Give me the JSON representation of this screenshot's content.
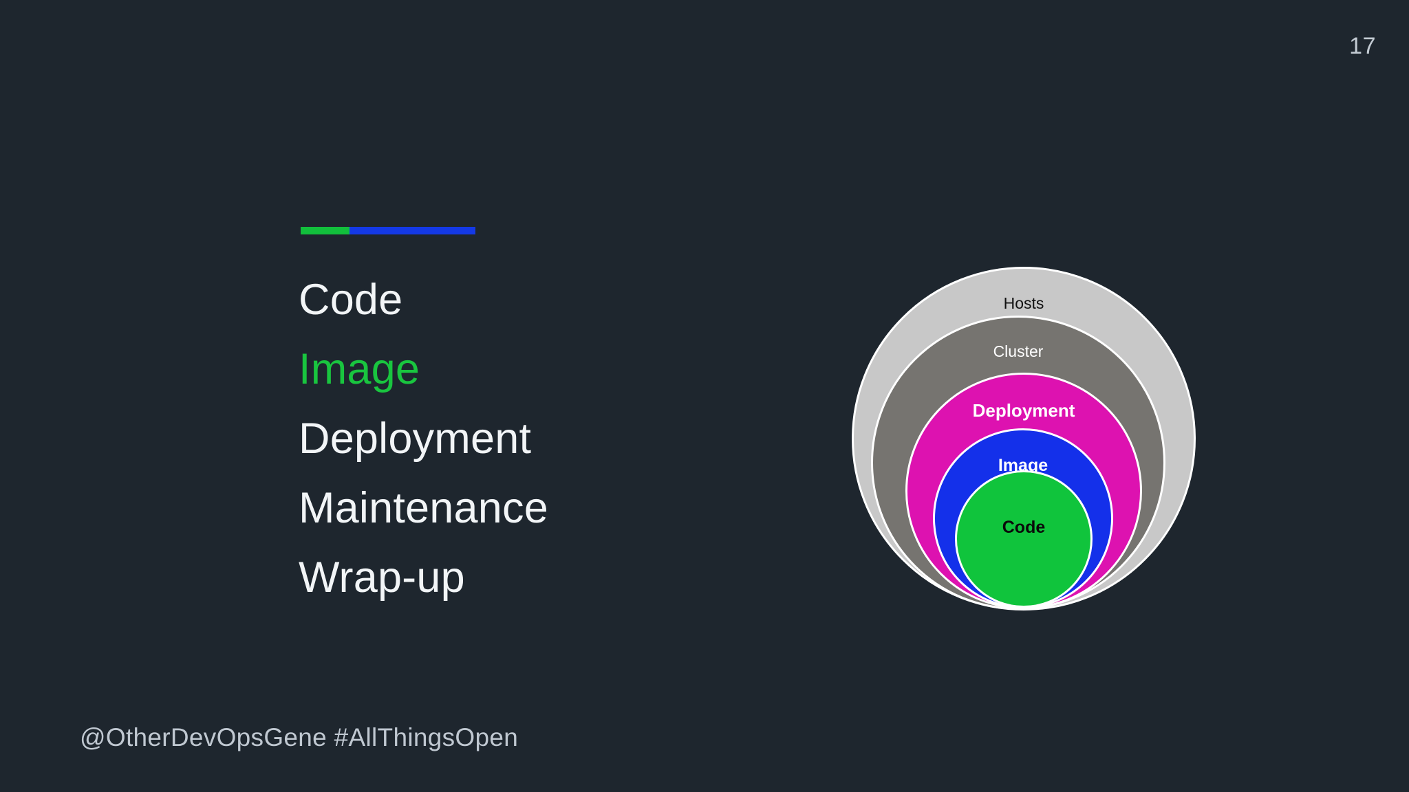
{
  "slide": {
    "page_number": "17",
    "background_color": "#1e262e",
    "footer_text": "@OtherDevOpsGene #AllThingsOpen"
  },
  "accent_rule": {
    "segments": [
      {
        "name": "green-segment",
        "color": "#12bf3c",
        "width_pct": 28
      },
      {
        "name": "blue-segment",
        "color": "#1439e6",
        "width_pct": 72
      }
    ]
  },
  "agenda": {
    "items": [
      {
        "label": "Code",
        "current": false,
        "color": "#f2f5f7"
      },
      {
        "label": "Image",
        "current": true,
        "color": "#19c53f"
      },
      {
        "label": "Deployment",
        "current": false,
        "color": "#f2f5f7"
      },
      {
        "label": "Maintenance",
        "current": false,
        "color": "#f2f5f7"
      },
      {
        "label": "Wrap-up",
        "current": false,
        "color": "#f2f5f7"
      }
    ]
  },
  "diagram": {
    "name": "nested-layers-diagram",
    "rings": [
      {
        "label": "Hosts",
        "fill": "#c8c8c8",
        "text_color": "#111111",
        "bold": false,
        "diameter": 500
      },
      {
        "label": "Cluster",
        "fill": "#767470",
        "text_color": "#ffffff",
        "bold": false,
        "diameter": 428
      },
      {
        "label": "Deployment",
        "fill": "#dd12b0",
        "text_color": "#ffffff",
        "bold": true,
        "diameter": 344
      },
      {
        "label": "Image",
        "fill": "#1430ea",
        "text_color": "#ffffff",
        "bold": true,
        "diameter": 262
      },
      {
        "label": "Code",
        "fill": "#10c43c",
        "text_color": "#0a0a0a",
        "bold": true,
        "diameter": 200
      }
    ],
    "outline_color": "#ffffff"
  }
}
